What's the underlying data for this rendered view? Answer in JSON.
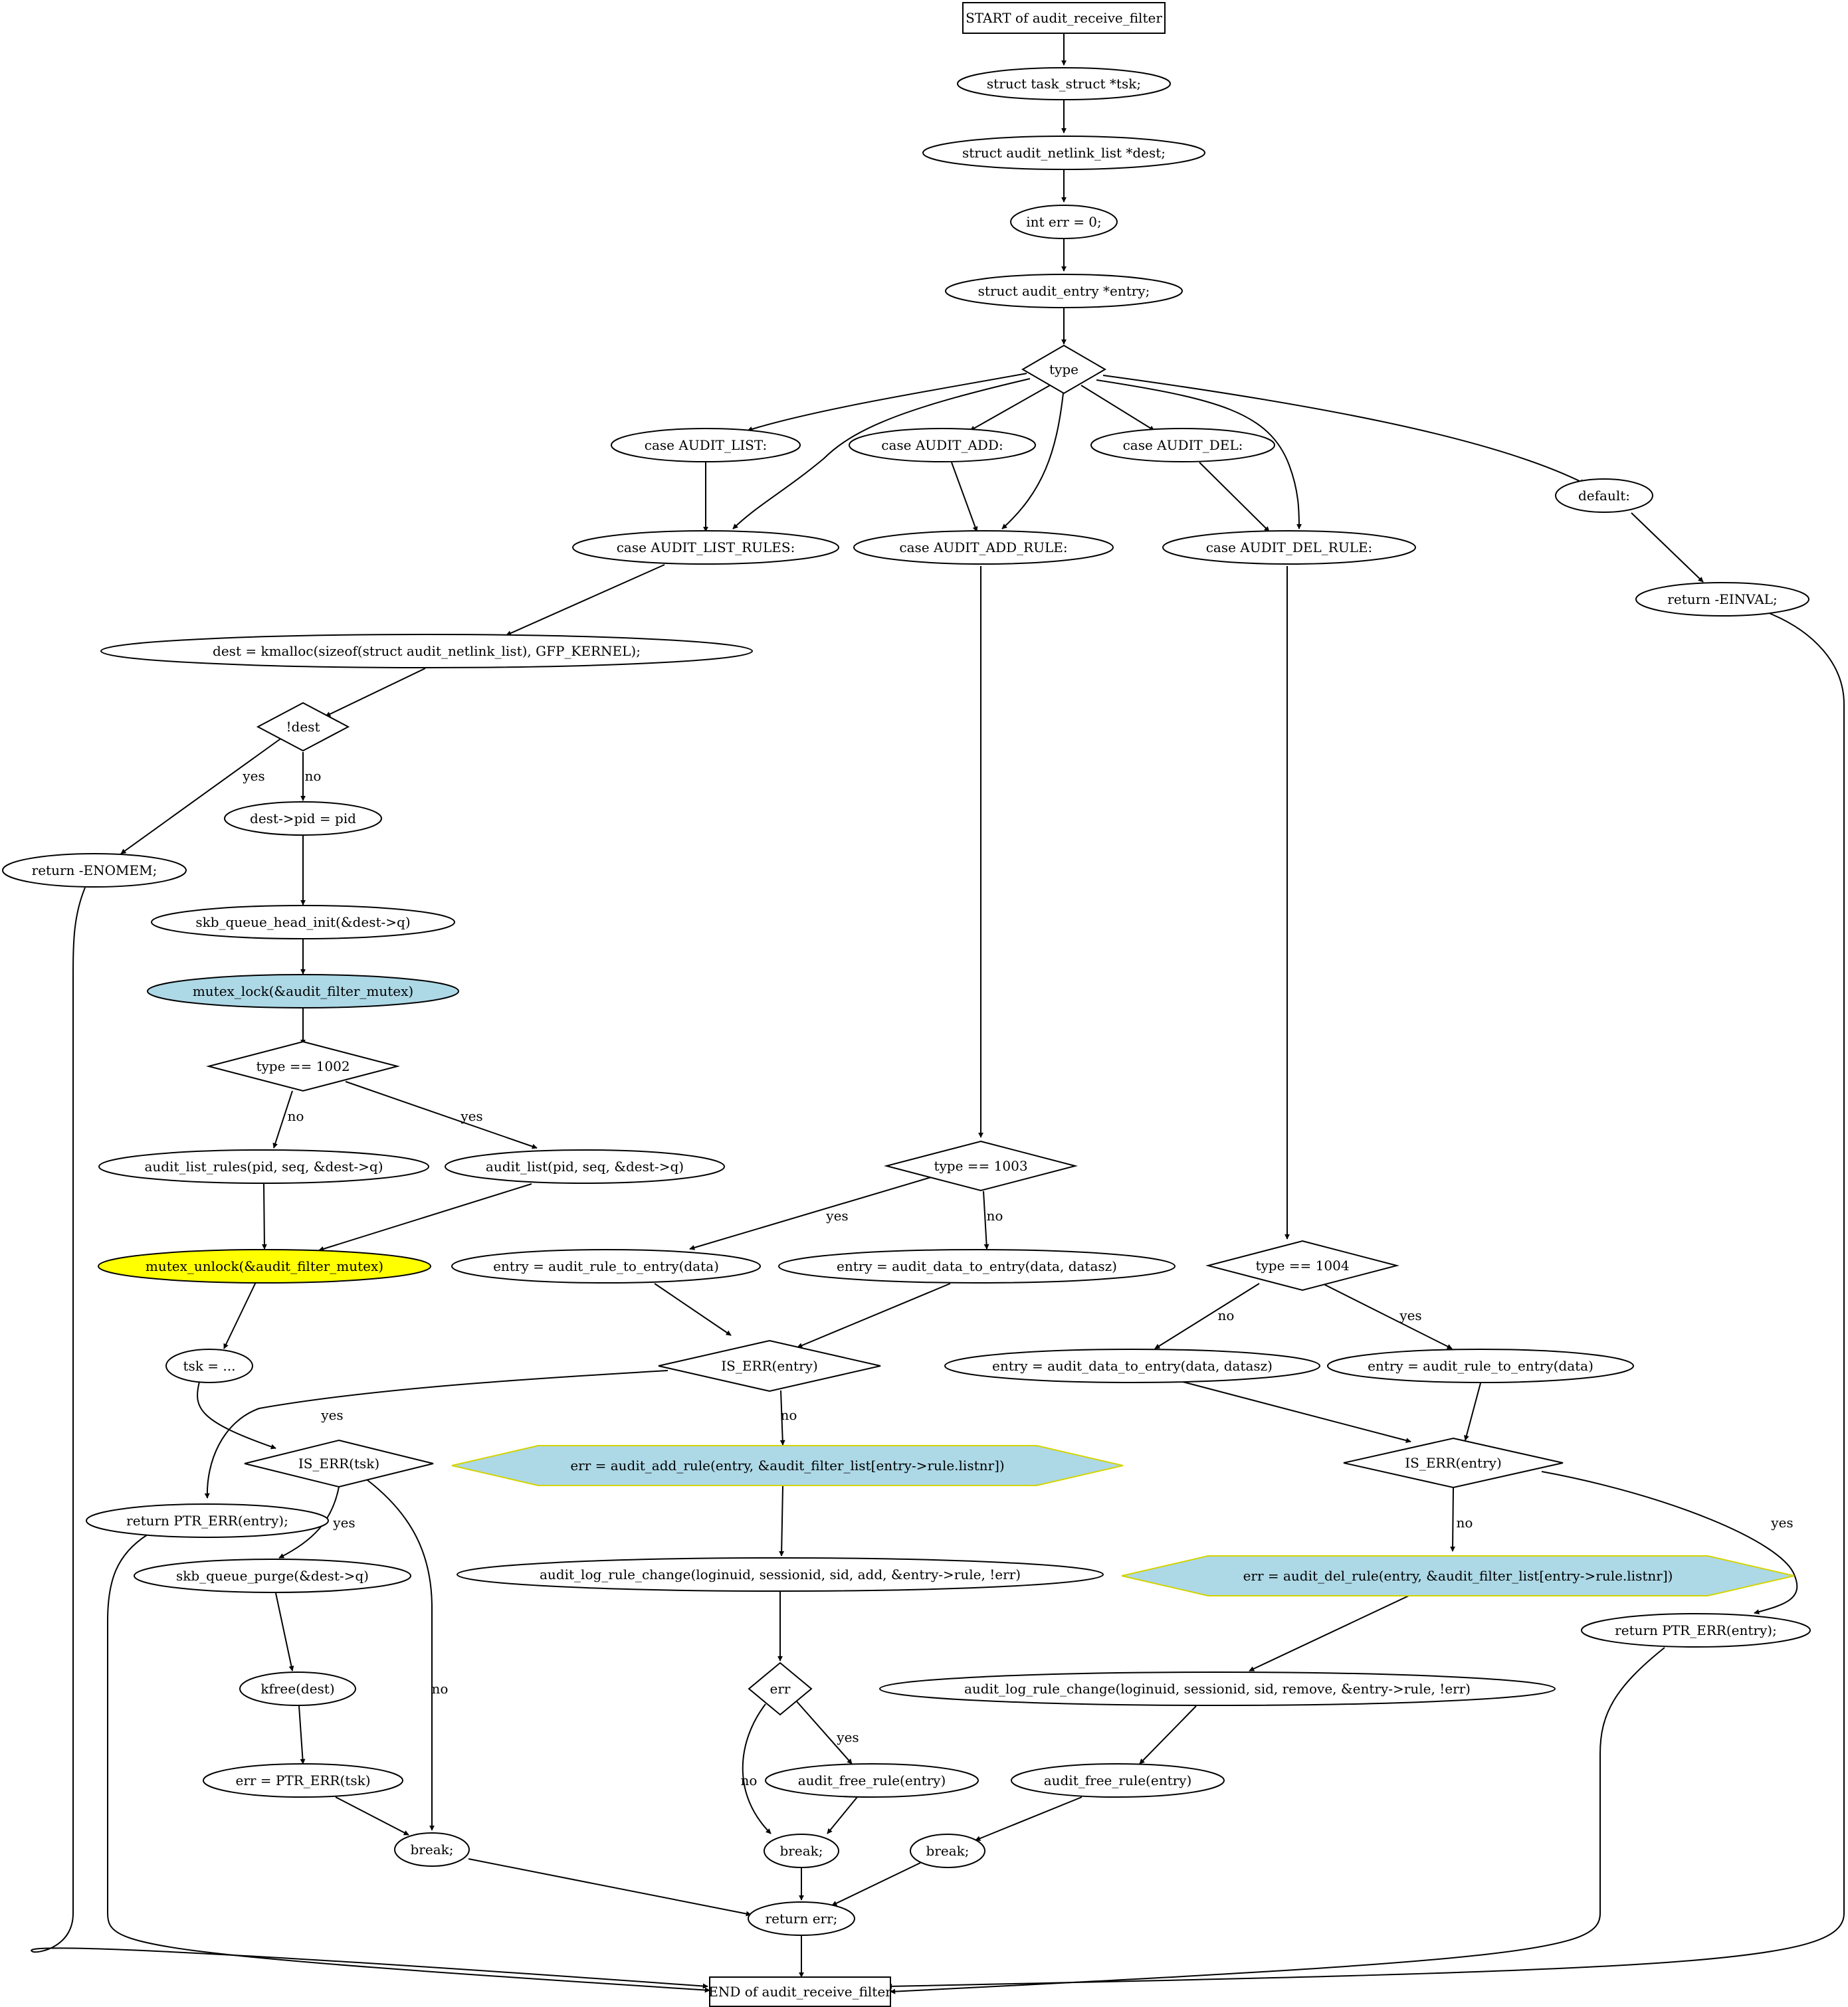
{
  "nodes": {
    "start": "START of audit_receive_filter",
    "decl_tsk": "struct task_struct *tsk;",
    "decl_dest": "struct audit_netlink_list *dest;",
    "decl_err": "int err = 0;",
    "decl_entry": "struct audit_entry *entry;",
    "switch_type": "type",
    "case_list": "case AUDIT_LIST:",
    "case_add": "case AUDIT_ADD:",
    "case_del": "case AUDIT_DEL:",
    "case_default": "default:",
    "case_list_rules": "case AUDIT_LIST_RULES:",
    "case_add_rule": "case AUDIT_ADD_RULE:",
    "case_del_rule": "case AUDIT_DEL_RULE:",
    "return_einval": "return -EINVAL;",
    "kmalloc": "dest = kmalloc(sizeof(struct audit_netlink_list), GFP_KERNEL);",
    "if_not_dest": "!dest",
    "return_enomem": "return -ENOMEM;",
    "dest_pid": "dest->pid = pid",
    "skb_queue_init": "skb_queue_head_init(&dest->q)",
    "mutex_lock": "mutex_lock(&audit_filter_mutex)",
    "if_type_1002": "type == 1002",
    "audit_list_rules": "audit_list_rules(pid, seq, &dest->q)",
    "audit_list": "audit_list(pid, seq, &dest->q)",
    "mutex_unlock": "mutex_unlock(&audit_filter_mutex)",
    "tsk_assign": "tsk = ...",
    "if_is_err_tsk": "IS_ERR(tsk)",
    "skb_queue_purge": "skb_queue_purge(&dest->q)",
    "kfree_dest": "kfree(dest)",
    "err_ptr_err_tsk": "err = PTR_ERR(tsk)",
    "break_list": "break;",
    "if_type_1003": "type == 1003",
    "add_rule_to_entry": "entry = audit_rule_to_entry(data)",
    "add_data_to_entry": "entry = audit_data_to_entry(data, datasz)",
    "if_is_err_entry_add": "IS_ERR(entry)",
    "return_ptr_err_add": "return PTR_ERR(entry);",
    "audit_add_rule": "err = audit_add_rule(entry, &audit_filter_list[entry->rule.listnr])",
    "log_add": "audit_log_rule_change(loginuid, sessionid, sid, add, &entry->rule, !err)",
    "if_err": "err",
    "free_rule_add": "audit_free_rule(entry)",
    "break_add": "break;",
    "if_type_1004": "type == 1004",
    "del_data_to_entry": "entry = audit_data_to_entry(data, datasz)",
    "del_rule_to_entry": "entry = audit_rule_to_entry(data)",
    "if_is_err_entry_del": "IS_ERR(entry)",
    "audit_del_rule": "err = audit_del_rule(entry, &audit_filter_list[entry->rule.listnr])",
    "return_ptr_err_del": "return PTR_ERR(entry);",
    "log_remove": "audit_log_rule_change(loginuid, sessionid, sid, remove, &entry->rule, !err)",
    "free_rule_del": "audit_free_rule(entry)",
    "break_del": "break;",
    "return_err": "return err;",
    "end": "END of audit_receive_filter"
  },
  "edge_labels": {
    "yes": "yes",
    "no": "no"
  },
  "colors": {
    "blue_fill": "#add8e6",
    "yellow_fill": "#ffff00",
    "yellow_stroke": "#d4d400",
    "stroke": "#000000"
  }
}
